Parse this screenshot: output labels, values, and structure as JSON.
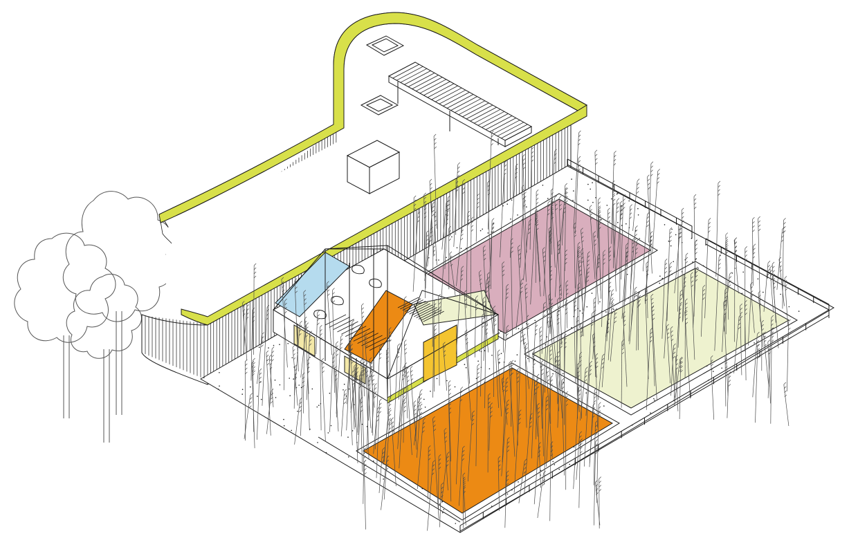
{
  "colors": {
    "green_roof": "#d8e04a",
    "bed_pink": "#d9aebd",
    "bed_light_green": "#eef2cf",
    "bed_orange": "#ec8a14",
    "panel_blue": "#b5dbee",
    "panel_orange": "#ec8a14",
    "panel_yellow": "#f4c430",
    "panel_pale_yellow": "#f3e8a8",
    "panel_pale_green": "#eef2cf",
    "line": "#1a1a1a",
    "grass": "#4a4a4a",
    "tree_outline": "#555555"
  },
  "elements": {
    "building": "curved-building-with-green-roof",
    "pavilion": "greenhouse-pavilion",
    "beds": [
      "pink-bed",
      "light-green-bed",
      "orange-bed"
    ],
    "trees": 3,
    "fence": "perimeter-fence"
  }
}
